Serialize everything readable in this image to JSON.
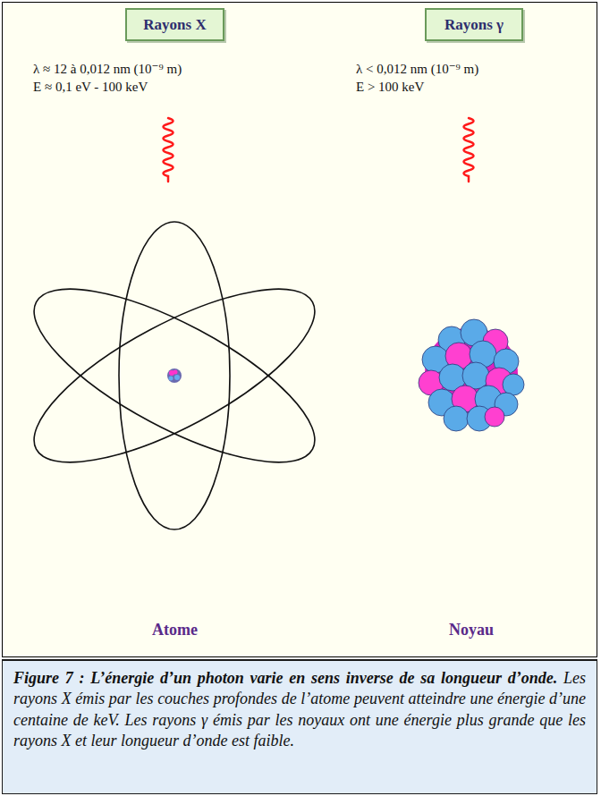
{
  "diagram": {
    "caption": "Figure 7 : L’énergie d’un photon varie en sens inverse de sa longueur d’onde.",
    "nodes": [
      {
        "text": [
          "Rayons X"
        ]
      },
      {
        "text": [
          "Rayons γ"
        ]
      }
    ],
    "labels": [
      "λ ≈ 12 à 0,012 nm (10⁻⁹ m)",
      "E ≈ 0,1 eV - 100 keV",
      "λ < 0,012 nm (10⁻⁹ m)",
      "E > 100 keV",
      "Atome",
      "Noyau",
      "Les rayons X émis par les couches profondes de l’atome peuvent atteindre une énergie d’une centaine de keV. Les rayons γ émis par les noyaux ont une énergie plus grande que les rayons X et leur longueur d’onde est faible."
    ]
  }
}
